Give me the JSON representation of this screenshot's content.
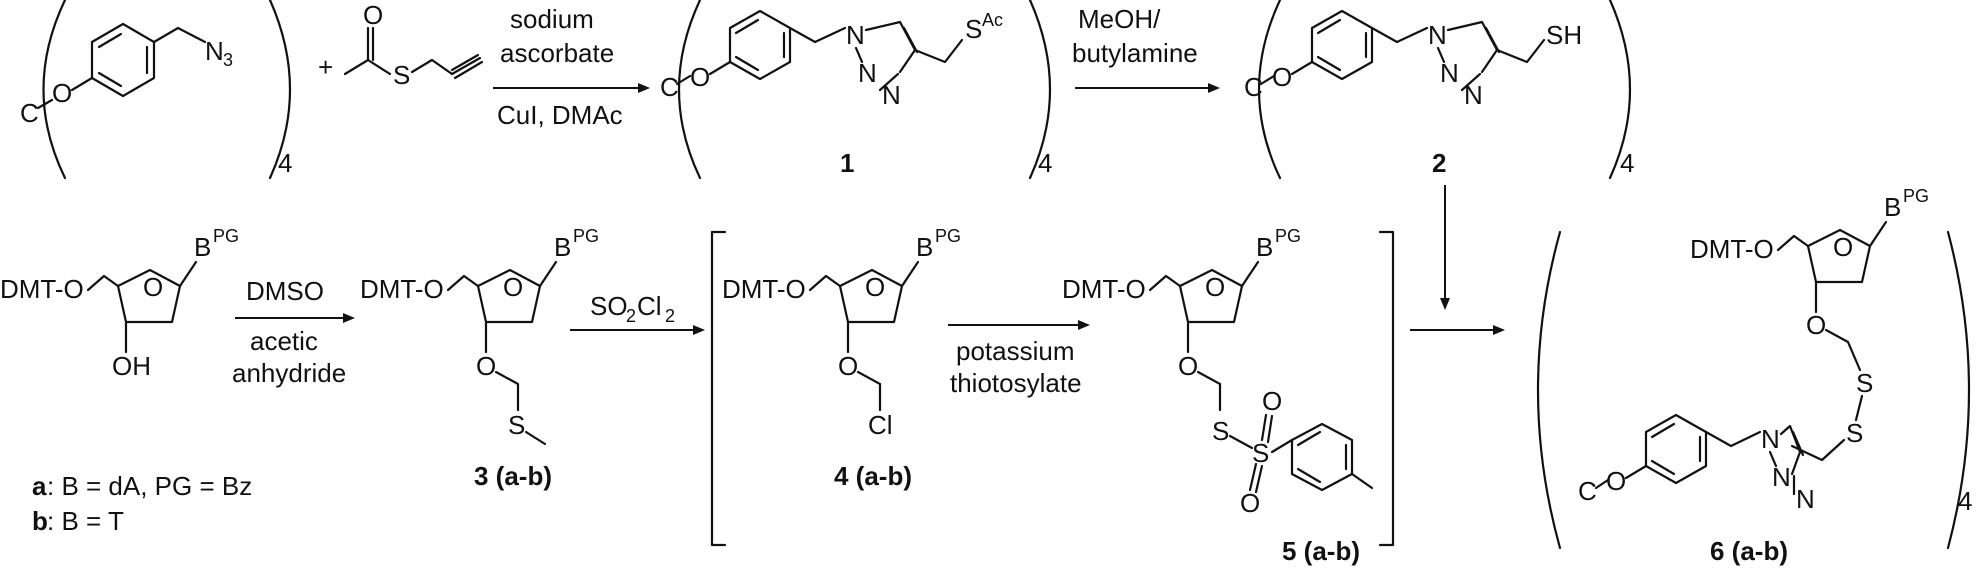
{
  "reagents": {
    "step1_line1": "sodium",
    "step1_line2": "ascorbate",
    "step1_line3": "CuI, DMAc",
    "step2_line1": "MeOH/",
    "step2_line2": "butylamine",
    "step3_line1": "DMSO",
    "step3_line2": "acetic",
    "step3_line3": "anhydride",
    "step4_main": "SO",
    "step4_sub2": "2",
    "step4_cl": "Cl",
    "step4_sub2b": "2",
    "step5_line1": "potassium",
    "step5_line2": "thiotosylate"
  },
  "compounds": {
    "c1": "1",
    "c2": "2",
    "c3": "3 (a-b)",
    "c4": "4 (a-b)",
    "c5": "5 (a-b)",
    "c6": "6 (a-b)"
  },
  "legend": {
    "a_key": "a",
    "a_text": ": B = dA, PG = Bz",
    "b_key": "b",
    "b_text": ": B = T"
  },
  "atoms": {
    "C": "C",
    "O": "O",
    "N": "N",
    "N3": "N",
    "N3sub": "3",
    "S": "S",
    "SAc": "S",
    "Ac": "Ac",
    "SH": "SH",
    "OH": "OH",
    "Cl": "Cl",
    "DMTO": "DMT-O",
    "B": "B",
    "PG": "PG",
    "four": "4",
    "plus": "+"
  }
}
